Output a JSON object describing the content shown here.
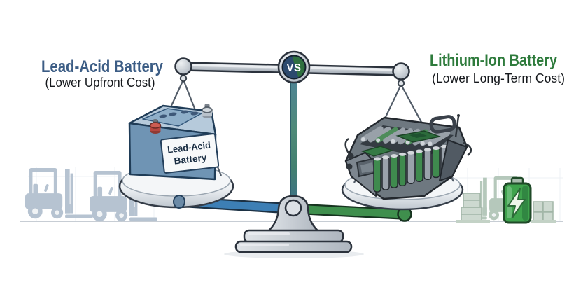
{
  "illustration": {
    "type": "balance-scale-comparison",
    "left": {
      "title": "Lead-Acid Battery",
      "subtitle": "(Lower Upfront Cost)",
      "title_color": "#3c5d85",
      "battery_label_line1": "Lead-Acid",
      "battery_label_line2": "Battery",
      "battery_body_color": "#6f94b4",
      "background_icons": [
        "forklift-icon",
        "forklift-icon"
      ]
    },
    "right": {
      "title": "Lithium-Ion Battery",
      "subtitle": "(Lower Long-Term Cost)",
      "title_color": "#2e7b3c",
      "battery_icon_color": "#3fa34d",
      "background_icons": [
        "forklift-icon",
        "charged-battery-icon",
        "crate-stack-icon",
        "crate-stack-icon"
      ]
    },
    "center": {
      "vs_label": "VS",
      "vs_left_color": "#2c4a6e",
      "vs_right_color": "#2f7040",
      "lower_beam_left_color": "#3d7fb5",
      "lower_beam_right_color": "#3f8f4d",
      "post_color": "#47808f",
      "metal_color": "#c6ccd4"
    }
  }
}
